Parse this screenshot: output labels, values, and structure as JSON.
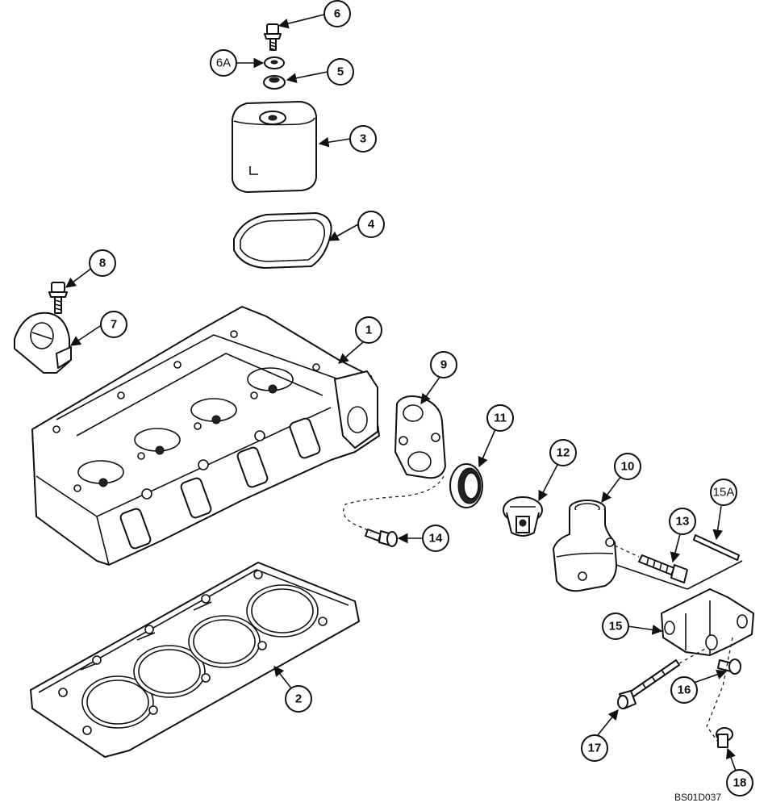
{
  "callouts": {
    "c1": "1",
    "c2": "2",
    "c3": "3",
    "c4": "4",
    "c5": "5",
    "c6": "6",
    "c6a": "6A",
    "c7": "7",
    "c8": "8",
    "c9": "9",
    "c10": "10",
    "c11": "11",
    "c12": "12",
    "c13": "13",
    "c14": "14",
    "c15": "15",
    "c15a": "15A",
    "c16": "16",
    "c17": "17",
    "c18": "18"
  },
  "reference_code": "BS01D037"
}
